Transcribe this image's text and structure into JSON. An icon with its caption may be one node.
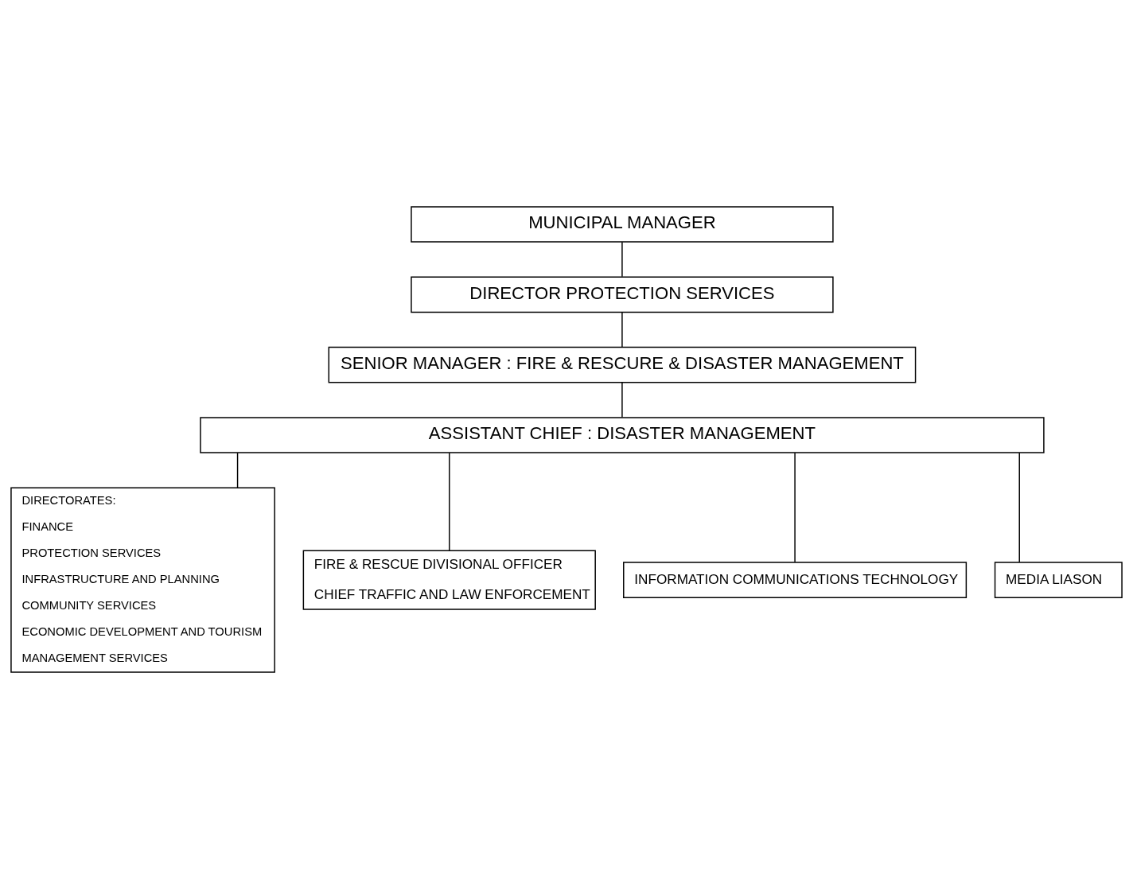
{
  "diagram": {
    "nodes": [
      {
        "text": [
          "MUNICIPAL MANAGER"
        ]
      },
      {
        "text": [
          "DIRECTOR PROTECTION SERVICES"
        ]
      },
      {
        "text": [
          "SENIOR MANAGER : FIRE & RESCURE & DISASTER MANAGEMENT"
        ]
      },
      {
        "text": [
          "ASSISTANT CHIEF : DISASTER MANAGEMENT"
        ]
      },
      {
        "text": [
          "DIRECTORATES:",
          "FINANCE",
          "PROTECTION SERVICES",
          "INFRASTRUCTURE AND PLANNING",
          "COMMUNITY SERVICES",
          "ECONOMIC DEVELOPMENT AND TOURISM",
          "MANAGEMENT SERVICES"
        ]
      },
      {
        "text": [
          "FIRE & RESCUE DIVISIONAL OFFICER",
          "CHIEF TRAFFIC AND LAW ENFORCEMENT"
        ]
      },
      {
        "text": [
          "INFORMATION COMMUNICATIONS TECHNOLOGY"
        ]
      },
      {
        "text": [
          "MEDIA LIASON"
        ]
      }
    ],
    "edges": [
      {
        "from": 0,
        "to": 1,
        "arrow": "none"
      },
      {
        "from": 1,
        "to": 2,
        "arrow": "none"
      },
      {
        "from": 2,
        "to": 3,
        "arrow": "none"
      },
      {
        "from": 3,
        "to": 4,
        "arrow": "none"
      },
      {
        "from": 3,
        "to": 5,
        "arrow": "none"
      },
      {
        "from": 3,
        "to": 6,
        "arrow": "none"
      },
      {
        "from": 3,
        "to": 7,
        "arrow": "none"
      }
    ]
  }
}
